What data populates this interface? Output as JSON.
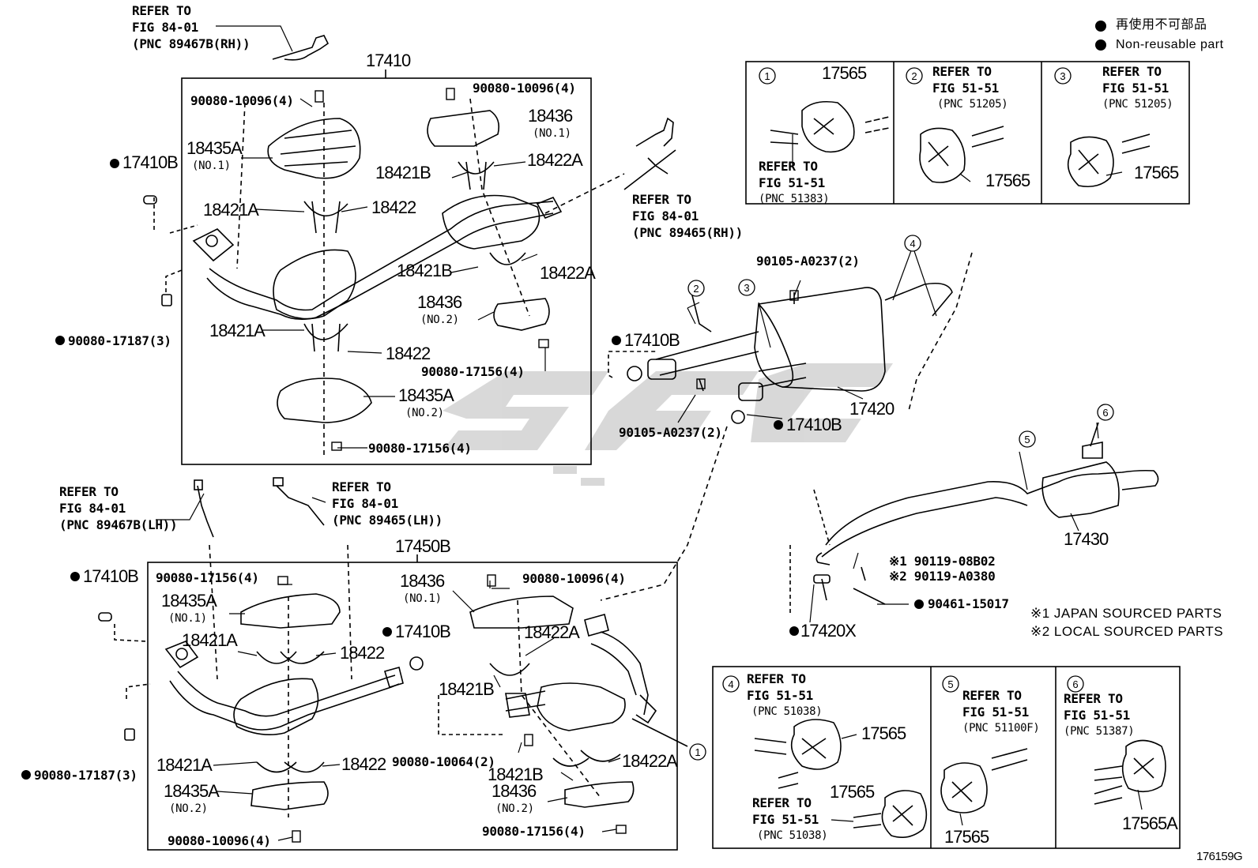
{
  "legend": {
    "jp": "再使用不可部品",
    "en": "Non-reusable part"
  },
  "figure_id": "176159G",
  "notes": {
    "n1": "※1 JAPAN SOURCED PARTS",
    "n2": "※2 LOCAL SOURCED PARTS"
  },
  "refs": {
    "o2_rh_top": [
      "REFER TO",
      "FIG 84-01",
      "(PNC 89467B(RH))"
    ],
    "o2_rh_mid": [
      "REFER TO",
      "FIG 84-01",
      "(PNC 89465(RH))"
    ],
    "o2_lh_a": [
      "REFER TO",
      "FIG 84-01",
      "(PNC 89467B(LH))"
    ],
    "o2_lh_b": [
      "REFER TO",
      "FIG 84-01",
      "(PNC 89465(LH))"
    ]
  },
  "inset_top": [
    {
      "num": "1",
      "part": "17565",
      "ref": [
        "REFER TO",
        "FIG 51-51",
        "(PNC 51383)"
      ]
    },
    {
      "num": "2",
      "part": "17565",
      "ref": [
        "REFER TO",
        "FIG 51-51",
        "(PNC 51205)"
      ]
    },
    {
      "num": "3",
      "part": "17565",
      "ref": [
        "REFER TO",
        "FIG 51-51",
        "(PNC 51205)"
      ]
    }
  ],
  "inset_bottom": [
    {
      "num": "4",
      "part_a": "17565",
      "part_b": "17565",
      "ref_a": [
        "REFER TO",
        "FIG 51-51",
        "(PNC 51038)"
      ],
      "ref_b": [
        "REFER TO",
        "FIG 51-51",
        "(PNC 51038)"
      ]
    },
    {
      "num": "5",
      "part": "17565",
      "ref": [
        "REFER TO",
        "FIG 51-51",
        "(PNC 51100F)"
      ]
    },
    {
      "num": "6",
      "part": "17565A",
      "ref": [
        "REFER TO",
        "FIG 51-51",
        "(PNC 51387)"
      ]
    }
  ],
  "labels": {
    "p17410": "17410",
    "p17450B": "17450B",
    "p17420": "17420",
    "p17430": "17430",
    "p17420X": "17420X",
    "nr_17410B_a": "17410B",
    "nr_17410B_b": "17410B",
    "nr_17410B_c": "17410B",
    "nr_17410B_d": "17410B",
    "nr_17410B_e": "17410B",
    "nr_90080_17187_a": "90080-17187(3)",
    "nr_90080_17187_b": "90080-17187(3)",
    "nr_90461_15017": "90461-15017",
    "b_90080_10096_a": "90080-10096(4)",
    "b_90080_10096_b": "90080-10096(4)",
    "b_90080_10096_c": "90080-10096(4)",
    "b_90080_10096_d": "90080-10096(4)",
    "n_90080_17156_a": "90080-17156(4)",
    "n_90080_17156_b": "90080-17156(4)",
    "n_90080_17156_c": "90080-17156(4)",
    "n_90080_17156_d": "90080-17156(4)",
    "b_90105_a": "90105-A0237(2)",
    "b_90105_b": "90105-A0237(2)",
    "b_90080_10064": "90080-10064(2)",
    "b_90119_08B02": "※1 90119-08B02",
    "b_90119_A0380": "※2 90119-A0380",
    "h18435A_1": "18435A",
    "h18435A_1n": "(NO.1)",
    "h18435A_2": "18435A",
    "h18435A_2n": "(NO.2)",
    "h18435A_3": "18435A",
    "h18435A_3n": "(NO.1)",
    "h18435A_4": "18435A",
    "h18435A_4n": "(NO.2)",
    "h18436_1": "18436",
    "h18436_1n": "(NO.1)",
    "h18436_2": "18436",
    "h18436_2n": "(NO.2)",
    "h18436_3": "18436",
    "h18436_3n": "(NO.1)",
    "h18436_4": "18436",
    "h18436_4n": "(NO.2)",
    "c18421A_1": "18421A",
    "c18421A_2": "18421A",
    "c18421A_3": "18421A",
    "c18421A_4": "18421A",
    "c18422_1": "18422",
    "c18422_2": "18422",
    "c18422_3": "18422",
    "c18422_4": "18422",
    "c18421B_1": "18421B",
    "c18421B_2": "18421B",
    "c18421B_3": "18421B",
    "c18421B_4": "18421B",
    "c18422A_1": "18422A",
    "c18422A_2": "18422A",
    "c18422A_3": "18422A",
    "c18422A_4": "18422A"
  },
  "callouts": [
    "1",
    "2",
    "3",
    "4",
    "5",
    "6"
  ],
  "colors": {
    "line": "#000000",
    "watermark": "#c8c8c8",
    "bg": "#ffffff"
  }
}
